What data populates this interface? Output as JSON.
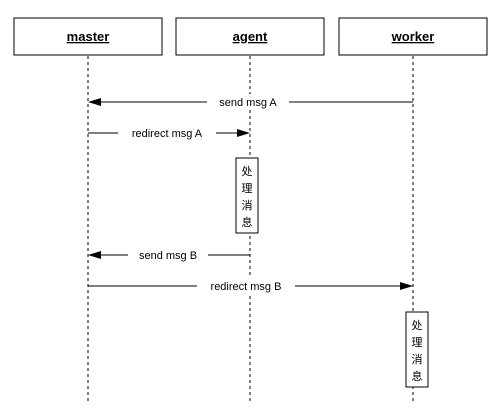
{
  "actors": [
    {
      "id": "master",
      "label": "master"
    },
    {
      "id": "agent",
      "label": "agent"
    },
    {
      "id": "worker",
      "label": "worker"
    }
  ],
  "messages": [
    {
      "label": "send msg A",
      "from": "worker",
      "to": "master"
    },
    {
      "label": "redirect msg A",
      "from": "master",
      "to": "agent"
    },
    {
      "label": "send msg B",
      "from": "agent",
      "to": "master"
    },
    {
      "label": "redirect msg B",
      "from": "master",
      "to": "worker"
    }
  ],
  "notes": [
    {
      "on": "agent",
      "chars": [
        "处",
        "理",
        "消",
        "息"
      ]
    },
    {
      "on": "worker",
      "chars": [
        "处",
        "理",
        "消",
        "息"
      ]
    }
  ]
}
